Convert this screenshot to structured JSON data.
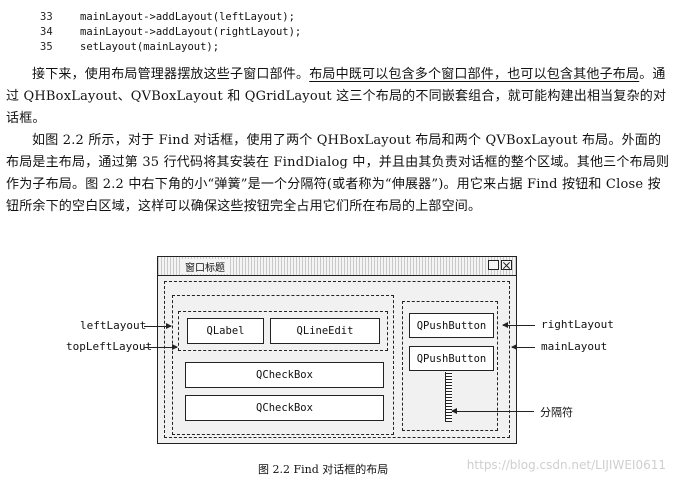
{
  "code": [
    {
      "num": "33",
      "text": "mainLayout->addLayout(leftLayout);"
    },
    {
      "num": "34",
      "text": "mainLayout->addLayout(rightLayout);"
    },
    {
      "num": "35",
      "text": "setLayout(mainLayout);"
    }
  ],
  "paragraphs": {
    "p1_a": "接下来，使用布局管理器摆放这些子窗口部件。",
    "p1_underlined": "布局中既可以包含多个窗口部件，也可以包含其他子布局",
    "p1_b": "。通过 QHBoxLayout、QVBoxLayout 和 QGridLayout 这三个布局的不同嵌套组合，就可能构建出相当复杂的对话框。",
    "p2": "如图 2.2 所示，对于 Find 对话框，使用了两个 QHBoxLayout 布局和两个 QVBoxLayout 布局。外面的布局是主布局，通过第 35 行代码将其安装在 FindDialog 中，并且由其负责对话框的整个区域。其他三个布局则作为子布局。图 2.2 中右下角的小“弹簧”是一个分隔符(或者称为“伸展器”)。用它来占据 Find 按钮和 Close 按钮所余下的空白区域，这样可以确保这些按钮完全占用它们所在布局的上部空间。"
  },
  "figure": {
    "window_title": "窗口标题",
    "widgets": {
      "qlabel": "QLabel",
      "qlineedit": "QLineEdit",
      "qcheckbox1": "QCheckBox",
      "qcheckbox2": "QCheckBox",
      "qpushbutton1": "QPushButton",
      "qpushbutton2": "QPushButton"
    },
    "labels": {
      "left_layout": "leftLayout",
      "top_left_layout": "topLeftLayout",
      "right_layout": "rightLayout",
      "main_layout": "mainLayout",
      "spacer": "分隔符"
    },
    "caption": "图 2.2   Find 对话框的布局"
  },
  "watermark": "https://blog.csdn.net/LIJIWEI0611"
}
